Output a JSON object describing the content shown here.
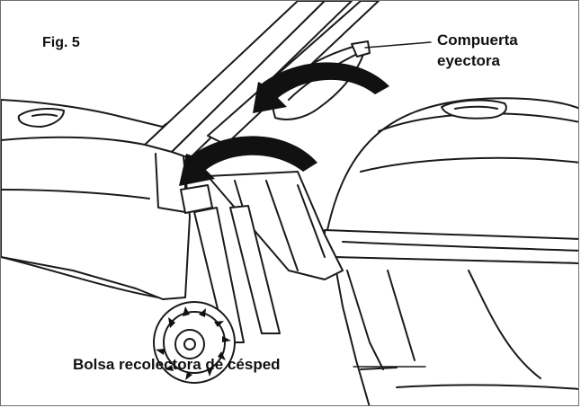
{
  "figure": {
    "number_label": "Fig. 5"
  },
  "callouts": {
    "ejector_gate": [
      "Compuerta",
      "eyectora"
    ],
    "grass_bag": "Bolsa recolectora de césped"
  },
  "colors": {
    "ink": "#111111",
    "paper": "#ffffff",
    "frame": "#6e6e6e"
  }
}
